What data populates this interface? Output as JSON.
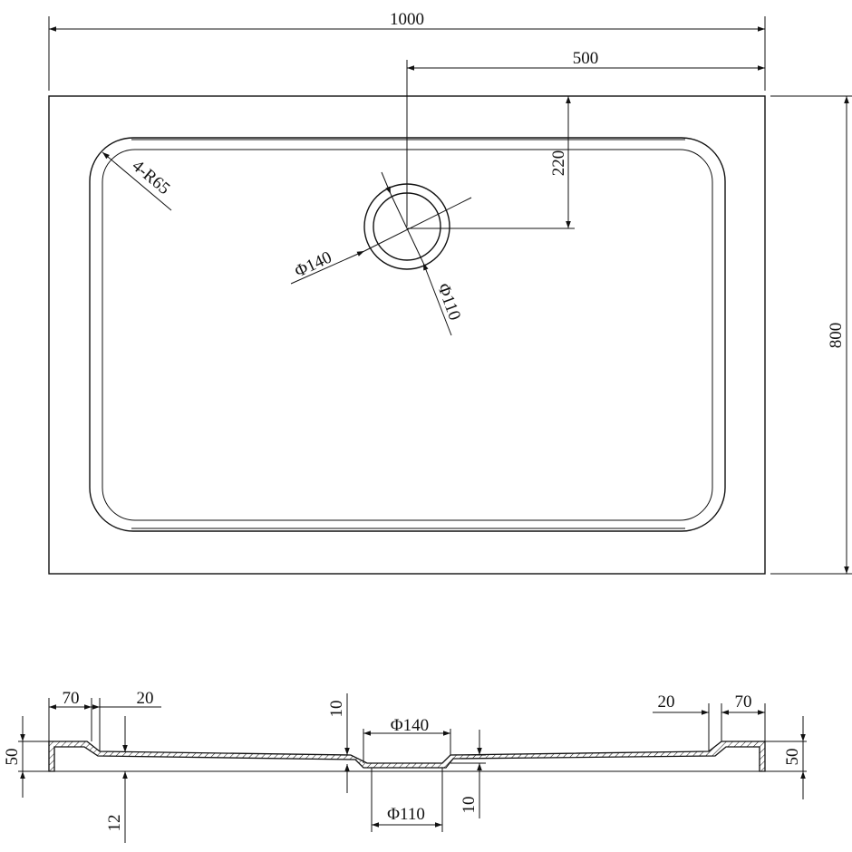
{
  "plan_view": {
    "dims": {
      "overall_width": "1000",
      "drain_offset_x": "500",
      "drain_offset_y": "220",
      "overall_depth": "800",
      "corner_radius": "4-R65",
      "outer_diameter": "Φ140",
      "inner_diameter": "Φ110"
    }
  },
  "section_view": {
    "dims": {
      "left_flange": "70",
      "left_slope": "20",
      "right_slope": "20",
      "right_flange": "70",
      "height_left": "50",
      "height_right": "50",
      "base_thickness": "12",
      "step_top": "10",
      "step_bottom": "10",
      "drain_outer": "Φ140",
      "drain_inner": "Φ110"
    }
  }
}
